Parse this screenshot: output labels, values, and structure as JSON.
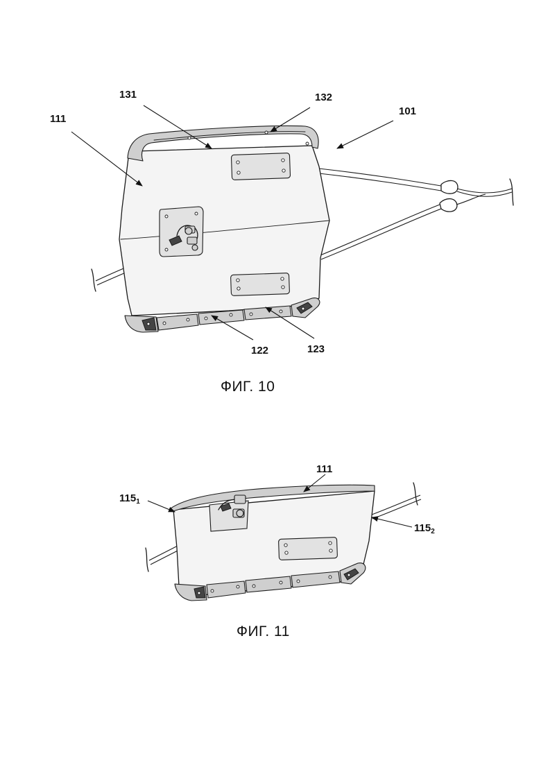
{
  "figure10": {
    "caption": "ФИГ. 10",
    "refs": {
      "r111": "111",
      "r131": "131",
      "r132": "132",
      "r101": "101",
      "r122": "122",
      "r123": "123"
    }
  },
  "figure11": {
    "caption": "ФИГ. 11",
    "refs": {
      "r111": "111",
      "r115_1_base": "115",
      "r115_1_sub": "1",
      "r115_2_base": "115",
      "r115_2_sub": "2"
    }
  }
}
